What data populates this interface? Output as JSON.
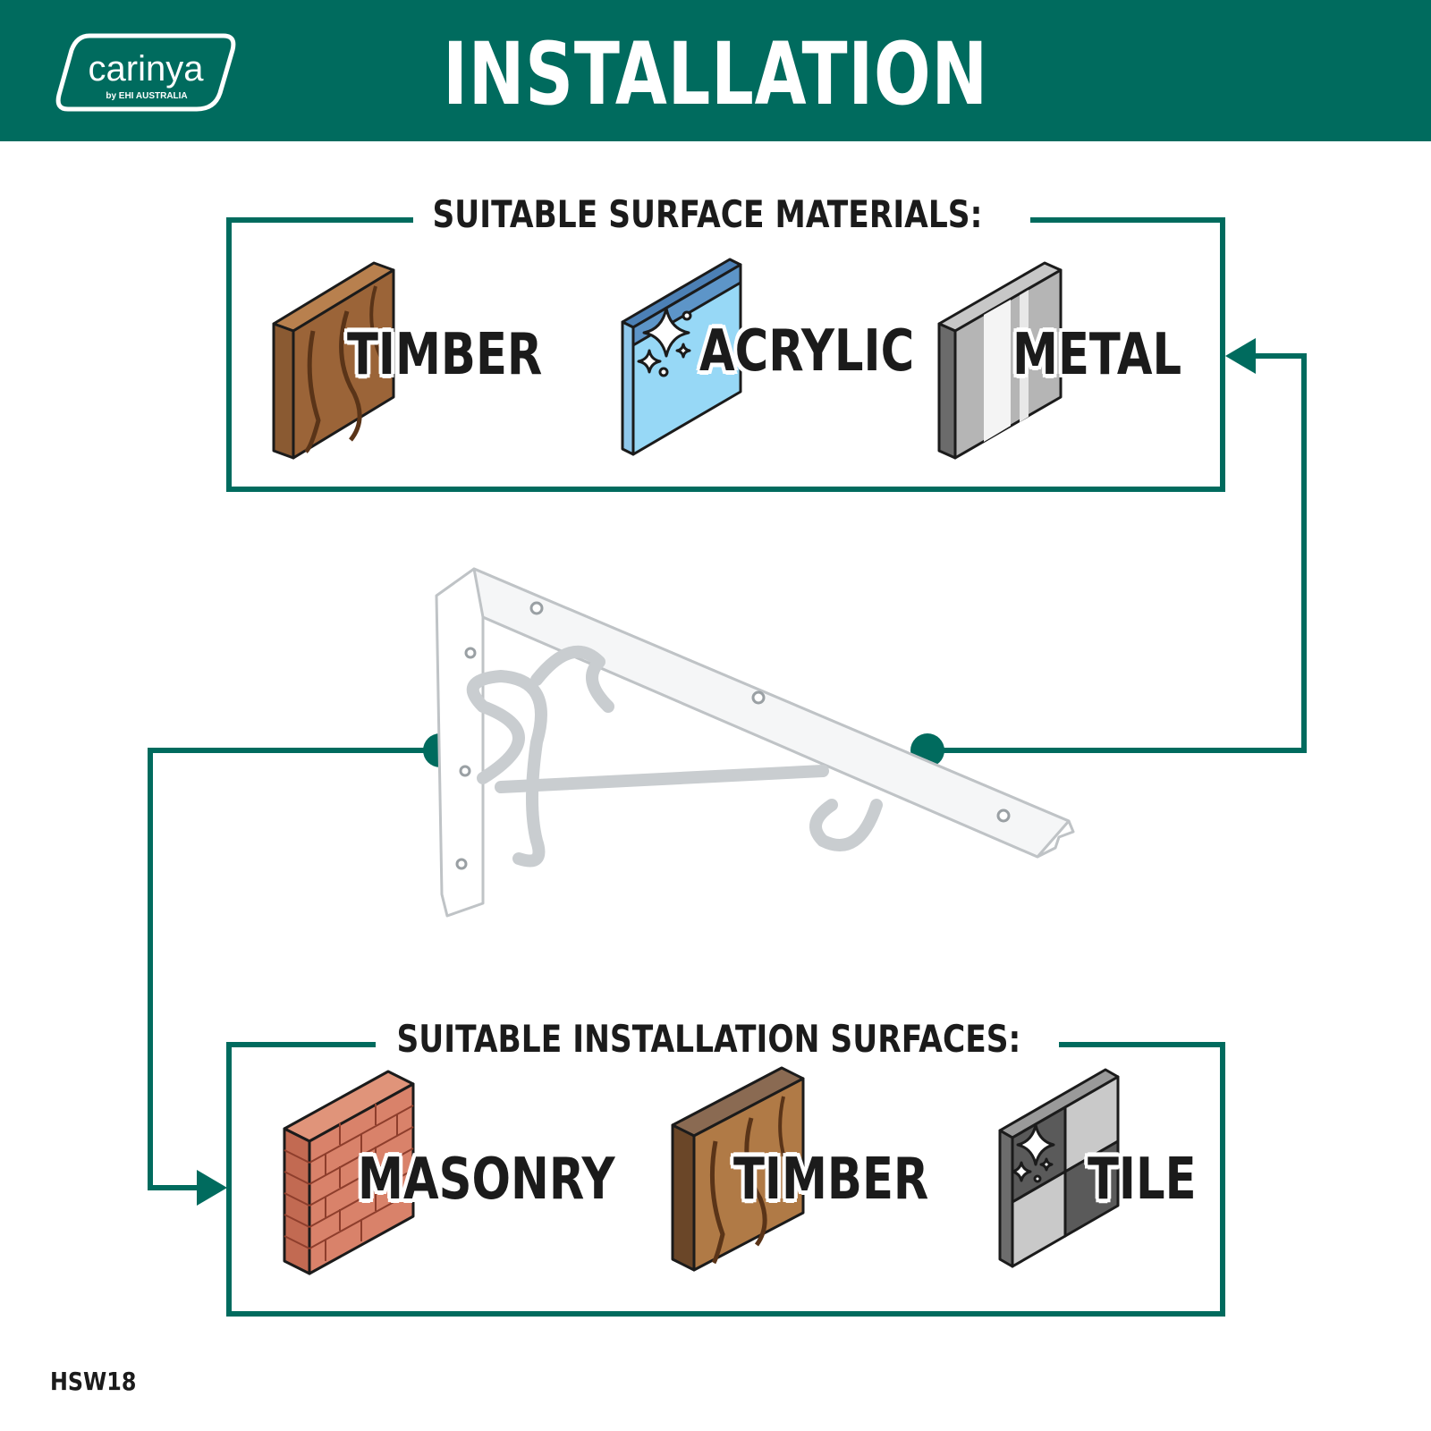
{
  "header": {
    "title": "INSTALLATION",
    "logo_text": "carinya",
    "logo_subtext": "by EHI AUSTRALIA"
  },
  "materials": {
    "title": "SUITABLE SURFACE MATERIALS:",
    "items": [
      {
        "label": "TIMBER",
        "icon": "timber-block-icon"
      },
      {
        "label": "ACRYLIC",
        "icon": "acrylic-panel-icon"
      },
      {
        "label": "METAL",
        "icon": "metal-plate-icon"
      }
    ]
  },
  "surfaces": {
    "title": "SUITABLE INSTALLATION SURFACES:",
    "items": [
      {
        "label": "MASONRY",
        "icon": "brick-wall-icon"
      },
      {
        "label": "TIMBER",
        "icon": "timber-panel-icon"
      },
      {
        "label": "TILE",
        "icon": "tile-icon"
      }
    ]
  },
  "product_code": "HSW18",
  "colors": {
    "brand_green": "#006b5e",
    "text": "#1b1b1b",
    "background": "#ffffff"
  }
}
